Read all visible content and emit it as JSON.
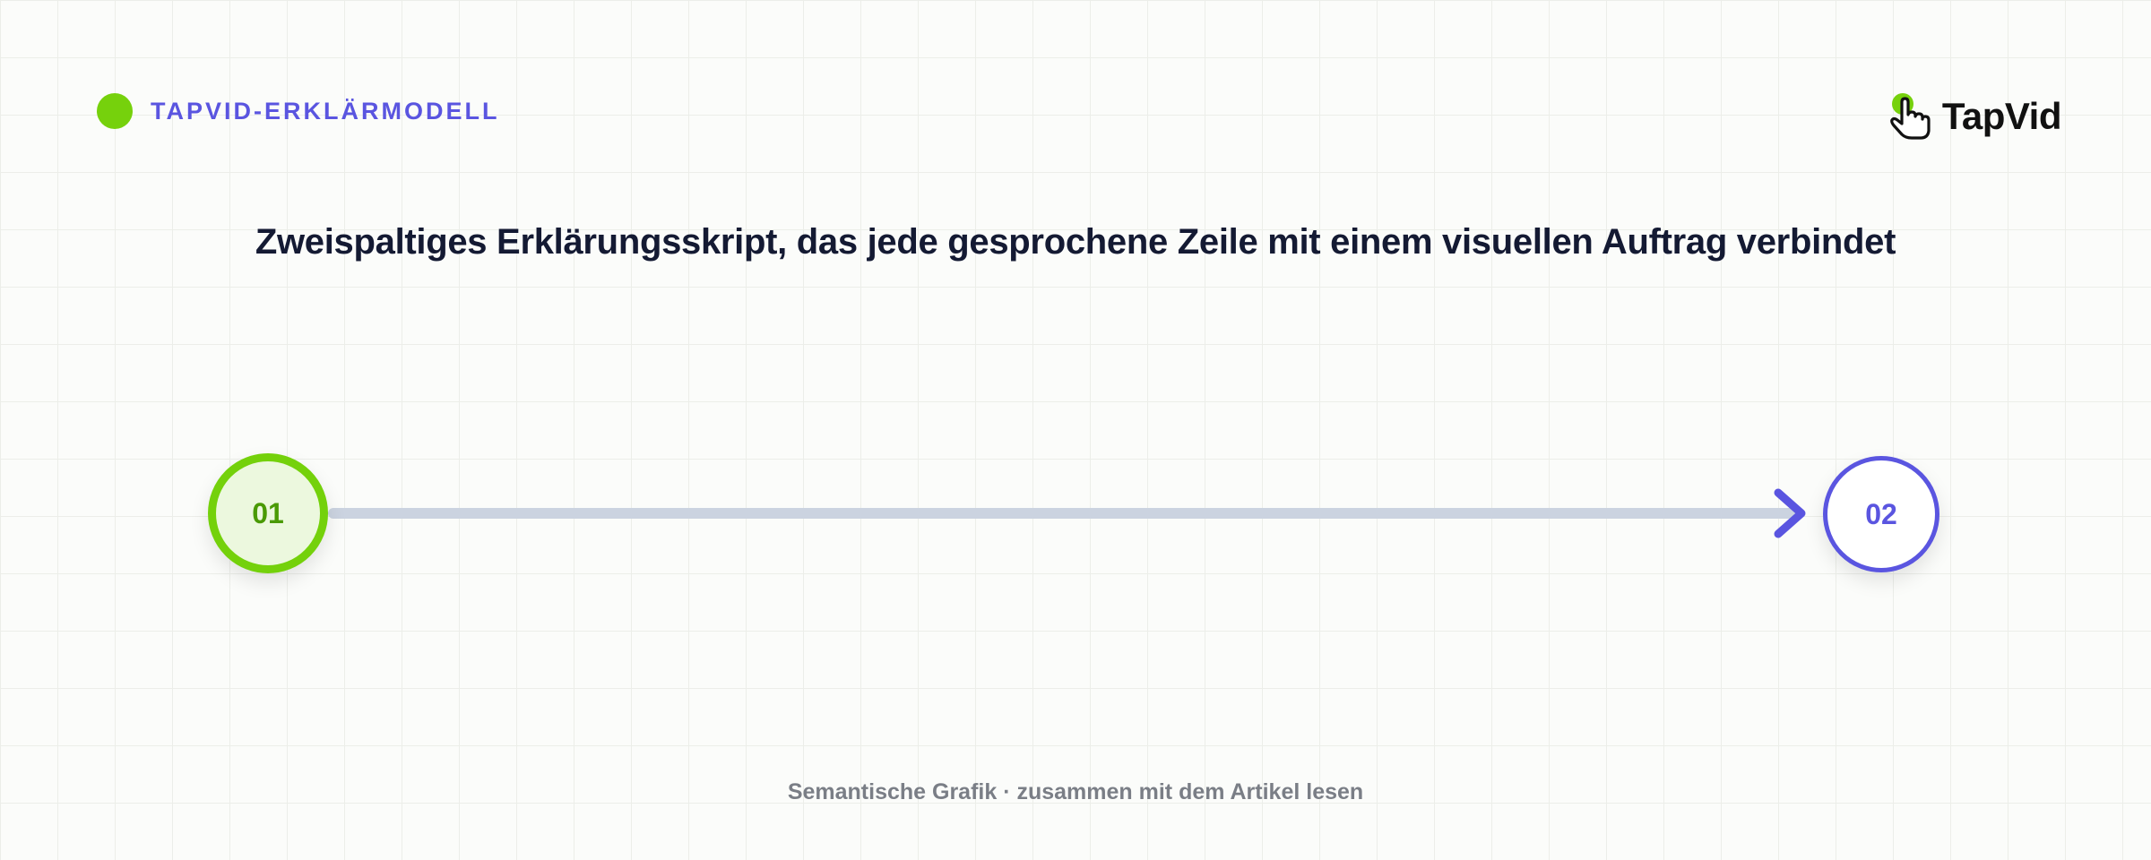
{
  "header": {
    "brand_label": "TAPVID-ERKLÄRMODELL",
    "logo_text": "TapVid",
    "logo_icon": "hand-pointer-icon"
  },
  "diagram": {
    "title": "Zweispaltiges Erklärungsskript, das jede gesprochene Zeile mit einem visuellen Auftrag verbindet",
    "steps": [
      {
        "label": "01"
      },
      {
        "label": "02"
      }
    ]
  },
  "footer": {
    "caption": "Semantische Grafik · zusammen mit dem Artikel lesen"
  },
  "colors": {
    "accent_green": "#74d10b",
    "accent_purple": "#5a55e0",
    "connector": "#cbd3e0",
    "title": "#141a33"
  }
}
